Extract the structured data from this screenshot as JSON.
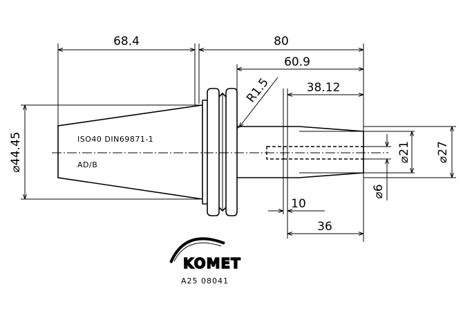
{
  "dimensions": {
    "taper_length": "68.4",
    "overall_length": "80",
    "length_60_9": "60.9",
    "radius": "R1.5",
    "length_38_12": "38.12",
    "diameter_44_45": "⌀44.45",
    "diameter_21": "⌀21",
    "diameter_27": "⌀27",
    "diameter_6": "⌀6",
    "length_10": "10",
    "length_36": "36"
  },
  "notes": {
    "standard": "ISO40 DIN69871-1",
    "form": "AD/B"
  },
  "logo": {
    "brand": "KOMET",
    "part_number": "A25 08041"
  }
}
